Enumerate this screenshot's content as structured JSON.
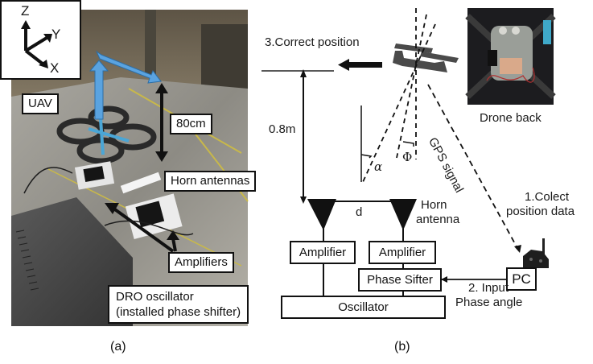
{
  "panel_a": {
    "caption": "(a)",
    "axes": {
      "z": "Z",
      "y": "Y",
      "x": "X"
    },
    "labels": {
      "uav": "UAV",
      "height": "80cm",
      "horn_antennas": "Horn antennas",
      "amplifiers": "Amplifiers",
      "dro_line1": "DRO oscillator",
      "dro_line2": "(installed phase shifter)"
    },
    "colors": {
      "path_arrow": "#5aa3e0",
      "floor": "#9a9892",
      "wall": "#6e6452"
    }
  },
  "panel_b": {
    "caption": "(b)",
    "correct_position": "3.Correct position",
    "distance": "0.8m",
    "angle_alpha": "α",
    "angle_phi": "Φ",
    "gps_signal": "GPS signal",
    "drone_back": "Drone back",
    "collect_line1": "1.Colect",
    "collect_line2": "position data",
    "horn_line1": "Horn",
    "horn_line2": "antenna",
    "antenna_spacing": "d",
    "amplifier_left": "Amplifier",
    "amplifier_right": "Amplifier",
    "phase_shifter": "Phase Sifter",
    "oscillator": "Oscillator",
    "pc": "PC",
    "input_line1": "2. Input",
    "input_line2": "Phase angle"
  }
}
